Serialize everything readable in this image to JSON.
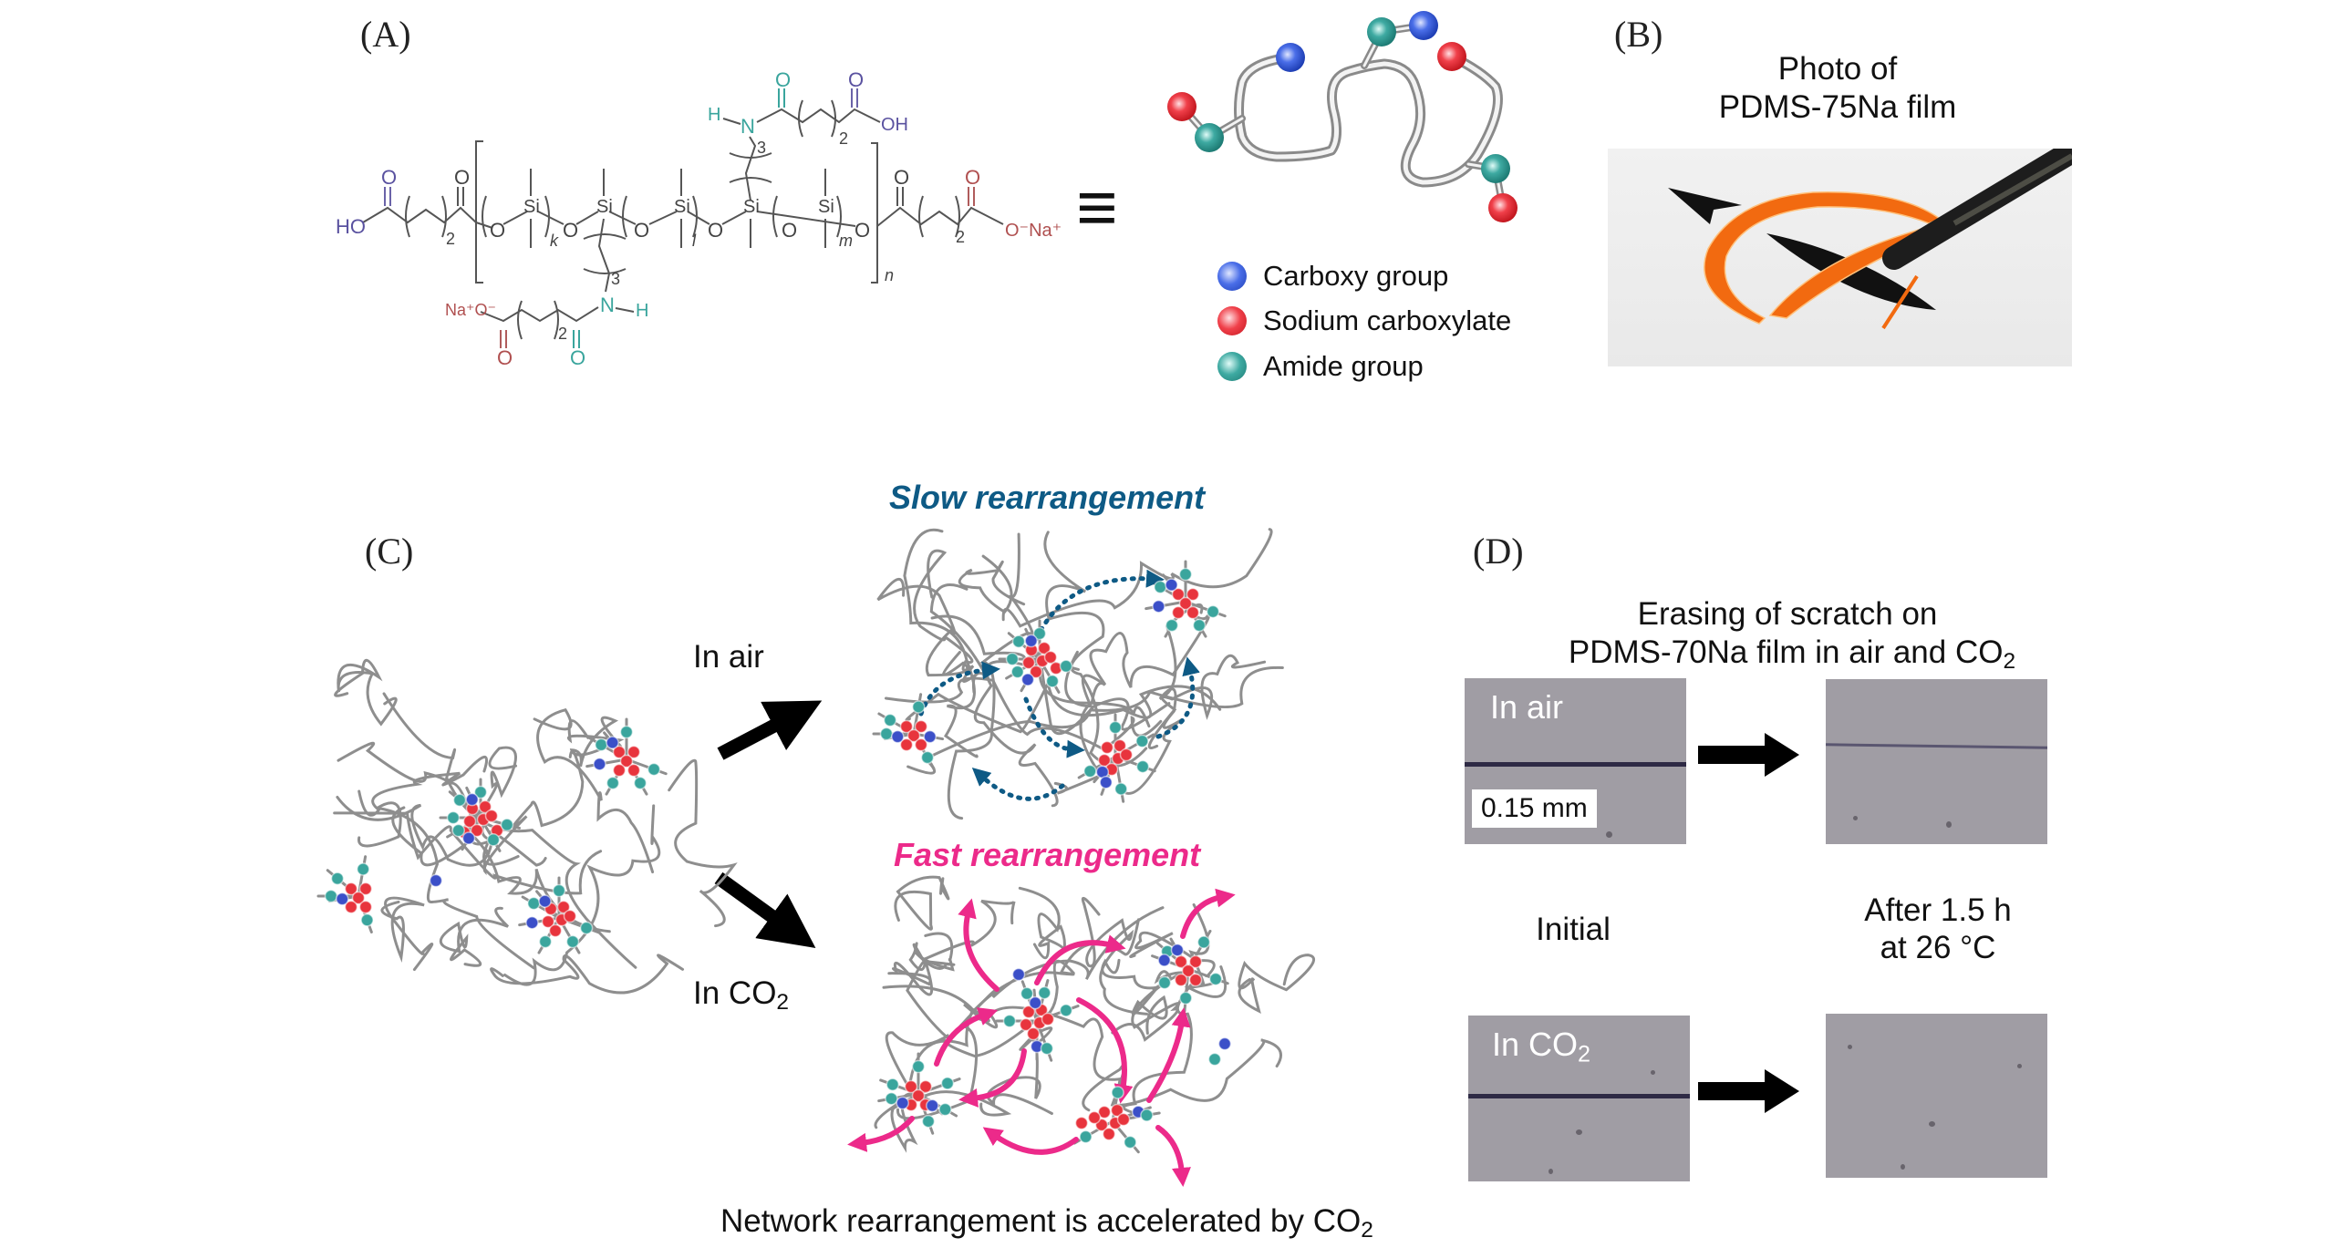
{
  "panels": {
    "a": {
      "label": "(A)",
      "structure": {
        "left_end": {
          "ho": "HO",
          "o_acid": "O",
          "o_carbonyl": "O",
          "sub_2": "2"
        },
        "backbone": {
          "o": "O",
          "si": "Si",
          "sub_k": "k",
          "sub_l": "l",
          "sub_m": "m",
          "sub_n": "n"
        },
        "top_side_chain": {
          "h": "H",
          "n": "N",
          "o_amide": "O",
          "o_acid": "O",
          "oh": "OH",
          "sub_2": "2",
          "sub_3": "3"
        },
        "bottom_side_chain": {
          "na_o": "Na⁺O⁻",
          "o_carboxylate": "O",
          "o_amide": "O",
          "n": "N",
          "h": "H",
          "sub_2": "2",
          "sub_3": "3"
        },
        "right_end": {
          "o_carbonyl": "O",
          "o_carboxylate": "O",
          "o_na": "O⁻Na⁺",
          "sub_2": "2"
        },
        "equivalence_symbol": "≡"
      },
      "legend": [
        {
          "label": "Carboxy group",
          "color": "#2f55d4"
        },
        {
          "label": "Sodium carboxylate",
          "color": "#e3262f"
        },
        {
          "label": "Amide group",
          "color": "#2e9a93"
        }
      ]
    },
    "b": {
      "label": "(B)",
      "title_line1": "Photo of",
      "title_line2": "PDMS-75Na film"
    },
    "c": {
      "label": "(C)",
      "condition_air": "In air",
      "condition_co2_prefix": "In CO",
      "condition_co2_sub": "2",
      "slow_title": "Slow rearrangement",
      "fast_title": "Fast rearrangement",
      "caption_prefix": "Network rearrangement is accelerated by CO",
      "caption_sub": "2",
      "colors": {
        "chain": "#8e8e8e",
        "carboxy": "#3b4fc8",
        "carboxylate": "#e8343d",
        "amide": "#3aa59d",
        "slow_arrow": "#0e5a85",
        "fast_arrow": "#ec2a8a"
      }
    },
    "d": {
      "label": "(D)",
      "title_line1": "Erasing of scratch on",
      "title_line2_prefix": "PDMS-70Na film in air and CO",
      "title_line2_sub": "2",
      "air_label": "In air",
      "co2_label_prefix": "In CO",
      "co2_label_sub": "2",
      "scale_bar": "0.15 mm",
      "initial_label": "Initial",
      "after_line1": "After 1.5 h",
      "after_line2": "at 26 °C"
    }
  }
}
